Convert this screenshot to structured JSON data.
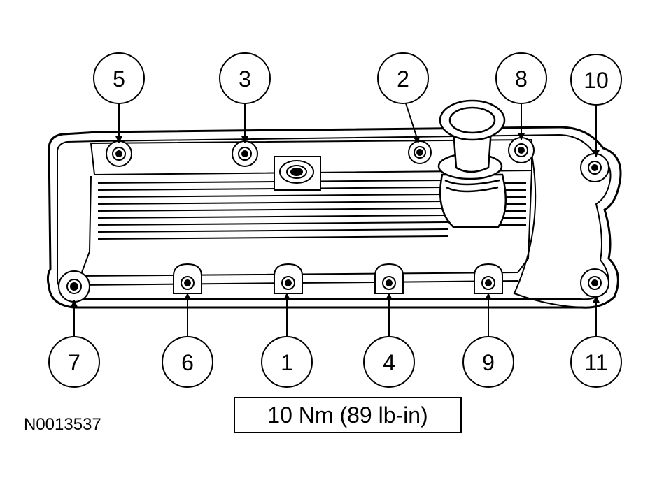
{
  "torque_spec": "10 Nm (89 lb-in)",
  "figure_id": "N0013537",
  "callouts": [
    "1",
    "2",
    "3",
    "4",
    "5",
    "6",
    "7",
    "8",
    "9",
    "10",
    "11"
  ],
  "colors": {
    "line": "#000000",
    "background": "#ffffff"
  }
}
